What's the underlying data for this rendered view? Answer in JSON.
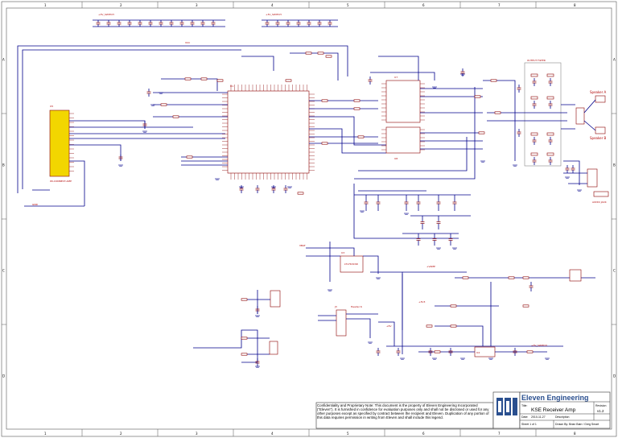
{
  "border": {
    "columns": [
      "1",
      "2",
      "3",
      "4",
      "5",
      "6",
      "7",
      "8"
    ],
    "rows": [
      "A",
      "B",
      "C",
      "D"
    ]
  },
  "labels": {
    "power_top_left": "+3V_SWITCH",
    "power_top_mid": "+3V_SWITCH",
    "mcu_ref": "U1",
    "module_ref": "U5",
    "module_name": "WI-CONNECT-AMP",
    "amp_top_ref": "U7",
    "amp_bot_ref": "U8",
    "filter_box": "OUTPUT FILTER",
    "speaker_a": "Speaker A",
    "speaker_b": "Speaker B",
    "jack": "AUDIO JACK",
    "reg_ref": "U3",
    "reg_name": "LT1763CS8",
    "conn_ref": "J3",
    "conn_name": "Header 6",
    "vcc": "VCC",
    "gnd": "GND",
    "vbat": "VBAT",
    "v5": "+5V",
    "v3": "+3V3",
    "amp_power": "+VAMP",
    "ldo_ref": "U4",
    "vdd_label": "+3V_SWITCH"
  },
  "title_block": {
    "notice": "Confidentiality and Proprietary Note: This document is the property of Eleven Engineering Incorporated (\"Eleven\"). It is furnished in confidence for evaluation purposes only and shall not be disclosed or used for any other purposes except as specified by contract between the recipient and Eleven. Duplication of any portion of this data requires permission in writing from Eleven and shall include this legend.",
    "company": "Eleven Engineering",
    "title_label": "Title:",
    "title": "KSE Receiver Amp",
    "revision_label": "Revision",
    "revision": "v1.2",
    "date_label": "Date:",
    "date": "2010-11-27",
    "description_label": "Description",
    "sheet_label": "Sheet 1 of 1",
    "drawn_label": "Drawn By: Brian Bain / Greg Smart"
  },
  "colors": {
    "wire": "#00008b",
    "part": "#8b0000",
    "module_fill": "#f2d600",
    "text": "#b00000",
    "logo": "#2a4f8f"
  }
}
